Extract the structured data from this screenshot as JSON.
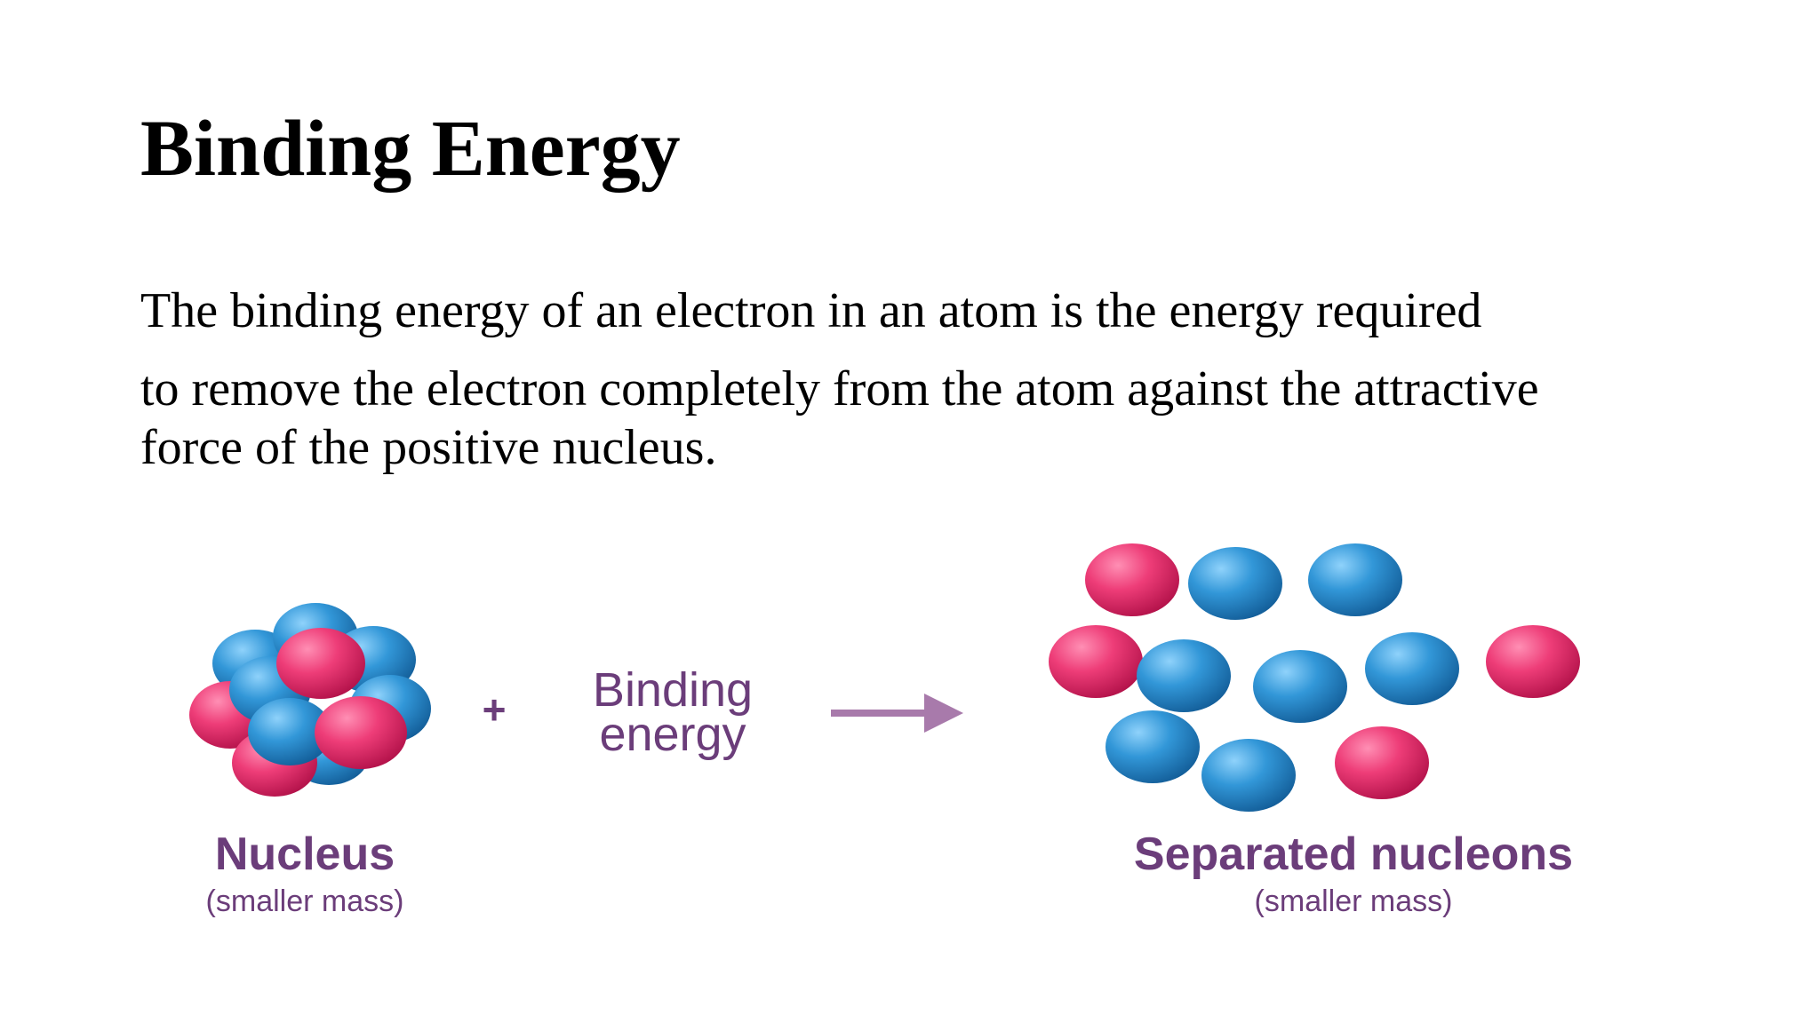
{
  "slide": {
    "title": "Binding Energy",
    "body_lines": [
      "The binding energy of an electron in an atom is the energy required",
      "to remove the electron completely from the atom against the attractive",
      "force of the positive nucleus."
    ]
  },
  "diagram": {
    "plus_sign": "+",
    "binding_label_line1": "Binding",
    "binding_label_line2": "energy",
    "nucleus_label": "Nucleus",
    "nucleus_sublabel": "(smaller mass)",
    "separated_label": "Separated nucleons",
    "separated_sublabel": "(smaller mass)",
    "colors": {
      "proton": "#e8336f",
      "neutron": "#2f8fd0",
      "label": "#6b3d7a",
      "arrow": "#a87aab"
    }
  }
}
